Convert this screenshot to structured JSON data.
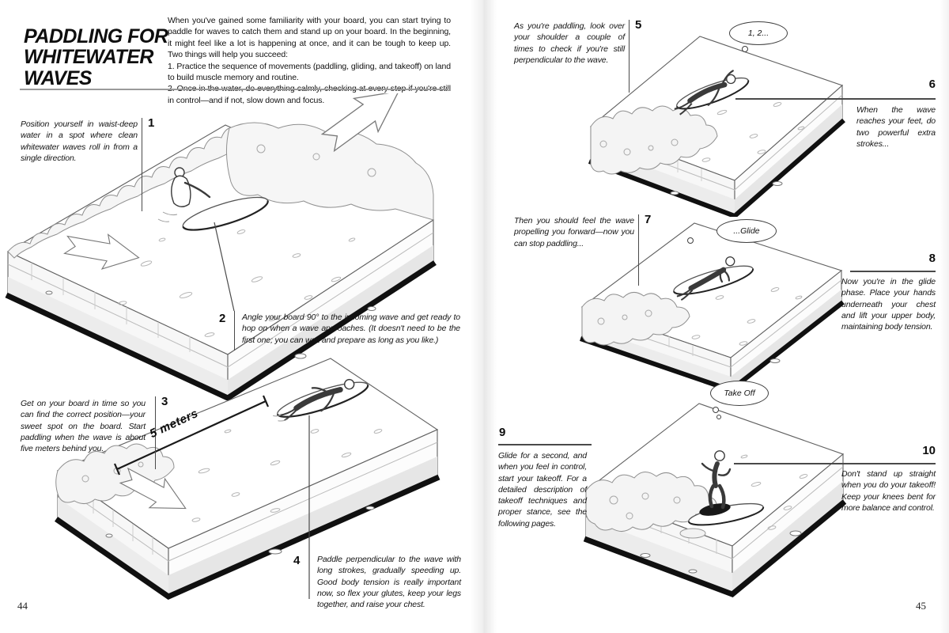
{
  "book": {
    "left_page": {
      "page_number": "44",
      "title": "PADDLING FOR\nWHITEWATER\nWAVES",
      "intro": "When you've gained some familiarity with your board, you can start trying to paddle for waves to catch them and stand up on your board. In the beginning, it might feel like a lot is happening at once, and it can be tough to keep up. Two things will help you succeed:\n1. Practice the sequence of movements (paddling, gliding, and takeoff) on land to build muscle memory and routine.\n2. Once in the water, do everything calmly, checking at every step if you're still in control—and if not, slow down and focus.",
      "measurement_label": "5 meters",
      "steps": [
        {
          "num": "1",
          "text": "Position yourself in waist-deep water in a spot where clean whitewater waves roll in from a single direction."
        },
        {
          "num": "2",
          "text": "Angle your board 90° to the incoming wave and get ready to hop on when a wave approaches. (It doesn't need to be the first one; you can wait and prepare as long as you like.)"
        },
        {
          "num": "3",
          "text": "Get on your board in time so you can find the correct position—your sweet spot on the board. Start paddling when the wave is about five meters behind you."
        },
        {
          "num": "4",
          "text": "Paddle perpendicular to the wave with long strokes, gradually speeding up. Good body tension is really important now, so flex your glutes, keep your legs together, and raise your chest."
        }
      ]
    },
    "right_page": {
      "page_number": "45",
      "steps": [
        {
          "num": "5",
          "text": "As you're paddling, look over your shoulder a couple of times to check if you're still perpendicular to the wave."
        },
        {
          "num": "6",
          "text": "When the wave reaches your feet, do two powerful extra strokes..."
        },
        {
          "num": "7",
          "text": "Then you should feel the wave propelling you forward—now you can stop paddling..."
        },
        {
          "num": "8",
          "text": "Now you're in the glide phase. Place your hands underneath your chest and lift your upper body, maintaining body tension."
        },
        {
          "num": "9",
          "text": "Glide for a second, and when you feel in control, start your takeoff. For a detailed description of takeoff techniques and proper stance, see the following pages."
        },
        {
          "num": "10",
          "text": "Don't stand up straight when you do your takeoff! Keep your knees bent for more balance and control."
        }
      ],
      "thought_bubbles": [
        {
          "label": "1, 2..."
        },
        {
          "label": "...Glide"
        },
        {
          "label": "Take Off"
        }
      ]
    },
    "colors": {
      "ink": "#141414",
      "line_art": "#606060",
      "base_shadow": "#101010",
      "paper": "#ffffff"
    }
  }
}
